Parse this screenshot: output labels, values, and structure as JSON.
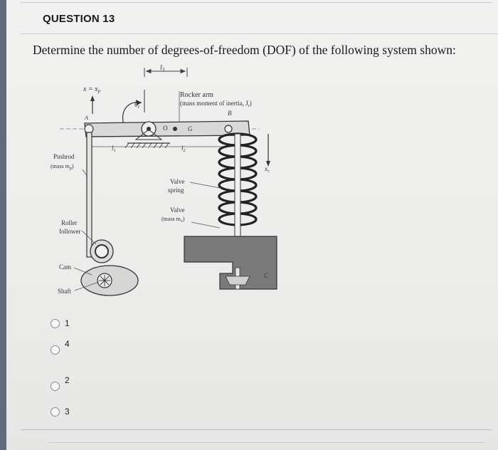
{
  "question": {
    "title": "QUESTION 13",
    "text": "Determine the number of degrees-of-freedom (DOF) of the following system shown:"
  },
  "figure": {
    "labels": {
      "x_eq": "x = x",
      "x_eq_sub": "p",
      "theta": "θ",
      "theta_sub": "r",
      "l3": "l",
      "l3_sub": "3",
      "rocker_arm": "Rocker arm",
      "rocker_inertia": "(mass moment of inertia, J",
      "rocker_inertia_sub": "r",
      "rocker_inertia_end": ")",
      "point_b": "B",
      "point_a": "A",
      "point_o": "O",
      "point_g": "G",
      "point_c": "C",
      "l1": "l",
      "l1_sub": "1",
      "l2": "l",
      "l2_sub": "2",
      "pushrod": "Pushrod",
      "pushrod_mass": "(mass m",
      "pushrod_mass_sub": "p",
      "pushrod_mass_end": ")",
      "valve_spring_1": "Valve",
      "valve_spring_2": "spring",
      "valve_1": "Valve",
      "valve_mass": "(mass m",
      "valve_mass_sub": "v",
      "valve_mass_end": ")",
      "x_v": "x",
      "x_v_sub": "v",
      "roller_1": "Roller",
      "roller_2": "follower",
      "cam": "Cam",
      "shaft": "Shaft"
    }
  },
  "options": [
    {
      "label": "1"
    },
    {
      "label": "4"
    },
    {
      "label": "2"
    },
    {
      "label": "3"
    }
  ],
  "colors": {
    "background": "#ecedeb",
    "block": "#6b6b6b",
    "line": "#3a3a3a"
  }
}
